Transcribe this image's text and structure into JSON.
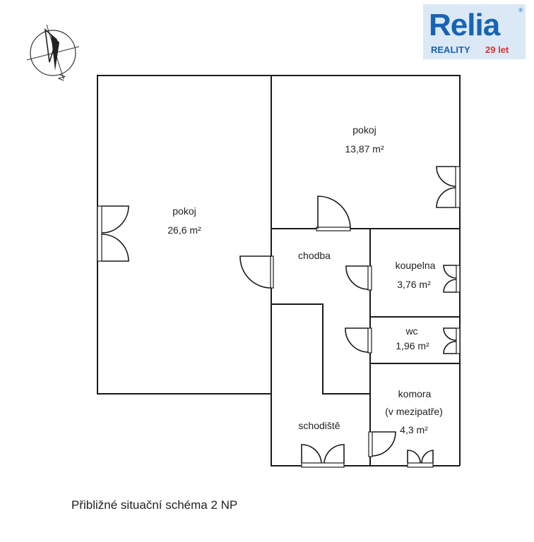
{
  "logo": {
    "brand": "Relia",
    "registered": "®",
    "line1": "REALITY",
    "line2": "29 let",
    "colors": {
      "blue": "#1763b5",
      "red": "#e03230",
      "background": "#dbe8f6"
    }
  },
  "compass": {
    "north_label": "N",
    "icon": "north-arrow-icon"
  },
  "rooms": [
    {
      "id": "pokoj-large",
      "name": "pokoj",
      "area": "26,6 m²"
    },
    {
      "id": "pokoj-small",
      "name": "pokoj",
      "area": "13,87 m²"
    },
    {
      "id": "chodba",
      "name": "chodba",
      "area": ""
    },
    {
      "id": "koupelna",
      "name": "koupelna",
      "area": "3,76 m²"
    },
    {
      "id": "wc",
      "name": "wc",
      "area": "1,96 m²"
    },
    {
      "id": "komora",
      "name": "komora",
      "note": "(v mezipatře)",
      "area": "4,3 m²"
    },
    {
      "id": "schodiste",
      "name": "schodiště",
      "area": ""
    }
  ],
  "caption": "Přibližné situační schéma 2 NP"
}
